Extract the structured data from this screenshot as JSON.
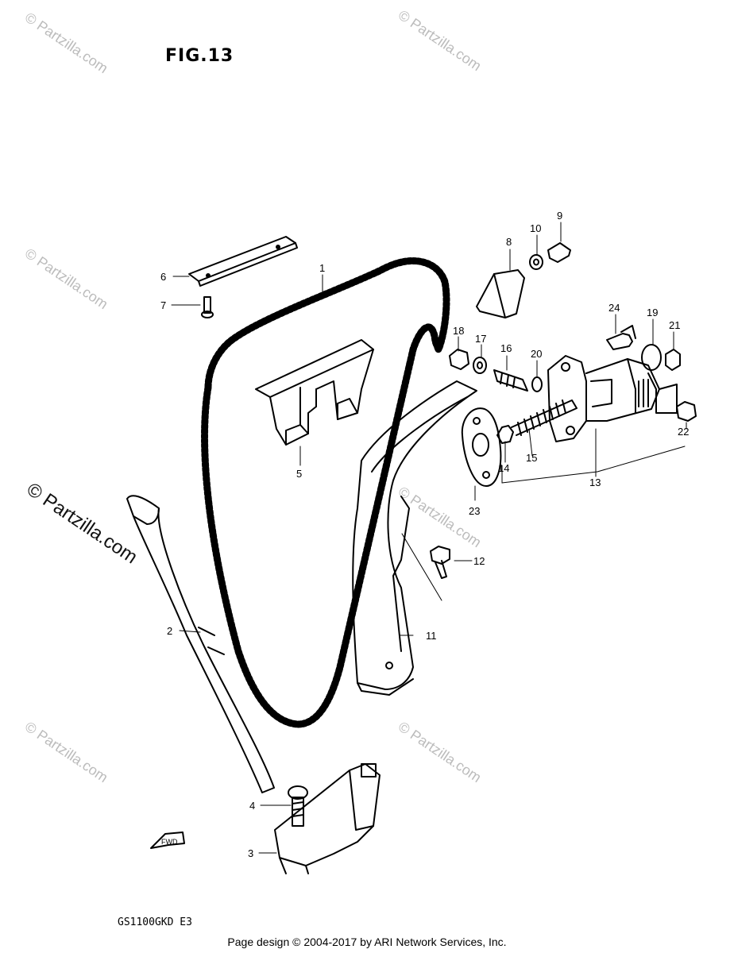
{
  "figure": {
    "title": "FIG.13",
    "model_code": "GS1100GKD E3"
  },
  "footer": {
    "text": "Page design © 2004-2017 by ARI Network Services, Inc."
  },
  "watermark": {
    "text": "© Partzilla.com"
  },
  "fwd_label": "FWD",
  "callouts": {
    "c1": "1",
    "c2": "2",
    "c3": "3",
    "c4": "4",
    "c5": "5",
    "c6": "6",
    "c7": "7",
    "c8": "8",
    "c9": "9",
    "c10": "10",
    "c11": "11",
    "c12": "12",
    "c13": "13",
    "c14": "14",
    "c15": "15",
    "c16": "16",
    "c17": "17",
    "c18": "18",
    "c19": "19",
    "c20": "20",
    "c21": "21",
    "c22": "22",
    "c23": "23",
    "c24": "24"
  },
  "colors": {
    "ink": "#000000",
    "watermark": "#bcbcbc",
    "background": "#ffffff"
  }
}
